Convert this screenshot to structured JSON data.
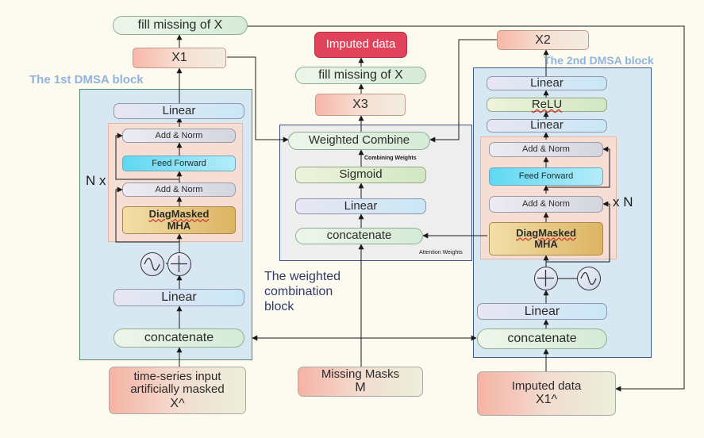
{
  "left_block": {
    "title": "The 1st DMSA block",
    "fill_missing": "fill missing of  X",
    "x1": "X1",
    "linear_top": "Linear",
    "add_norm_top": "Add & Norm",
    "feed_forward": "Feed Forward",
    "add_norm_bottom": "Add & Norm",
    "diag_masked": "DiagMasked",
    "mha": "MHA",
    "repeat": "N x",
    "linear_bottom": "Linear",
    "concatenate": "concatenate",
    "input_line1": "time-series input",
    "input_line2": "artificially masked",
    "input_line3": "X^"
  },
  "middle_block": {
    "imputed": "Imputed data",
    "fill_missing": "fill missing of  X",
    "x3": "X3",
    "weighted_combine": "Weighted Combine",
    "combining_weights": "Combining Weights",
    "sigmoid": "Sigmoid",
    "linear": "Linear",
    "concatenate": "concatenate",
    "attention_weights": "Attention Weights",
    "caption_line1": "The weighted",
    "caption_line2": "combination",
    "caption_line3": "block",
    "masks_line1": "Missing Masks",
    "masks_line2": "M"
  },
  "right_block": {
    "title": "The 2nd DMSA block",
    "x2": "X2",
    "linear_top": "Linear",
    "relu": "ReLU",
    "linear_mid": "Linear",
    "add_norm_top": "Add & Norm",
    "feed_forward": "Feed Forward",
    "add_norm_bottom": "Add & Norm",
    "repeat": "x N",
    "diag_masked": "DiagMasked",
    "mha": "MHA",
    "linear_bottom": "Linear",
    "concatenate": "concatenate",
    "input_line1": "Imputed data",
    "input_line2": "X1^"
  },
  "colors": {
    "block_region": "#d8e8f3",
    "block_border": "#4d8a6a",
    "middle_region": "#eeeeee",
    "inner_region": "#f7ded5",
    "block_title": "#8fb4df",
    "imputed_red": "#e0435a"
  }
}
